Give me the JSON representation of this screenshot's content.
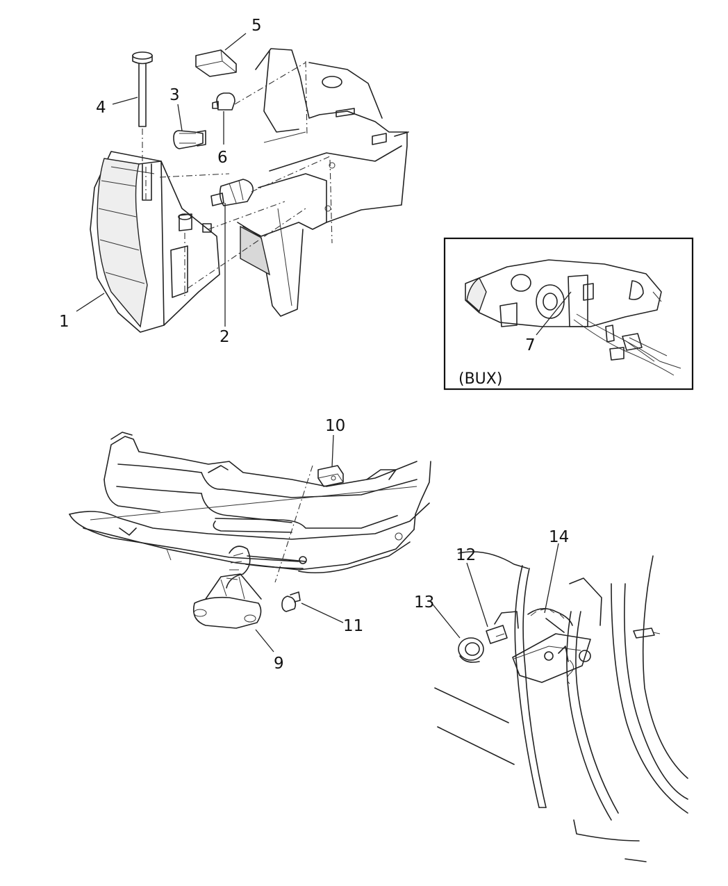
{
  "callouts": [
    {
      "id": "1",
      "text": "1"
    },
    {
      "id": "2",
      "text": "2"
    },
    {
      "id": "3",
      "text": "3"
    },
    {
      "id": "4",
      "text": "4"
    },
    {
      "id": "5",
      "text": "5"
    },
    {
      "id": "6",
      "text": "6"
    },
    {
      "id": "7",
      "text": "7"
    },
    {
      "id": "9",
      "text": "9"
    },
    {
      "id": "10",
      "text": "10"
    },
    {
      "id": "11",
      "text": "11"
    },
    {
      "id": "12",
      "text": "12"
    },
    {
      "id": "13",
      "text": "13"
    },
    {
      "id": "14",
      "text": "14"
    }
  ],
  "inset": {
    "label": "(BUX)"
  }
}
